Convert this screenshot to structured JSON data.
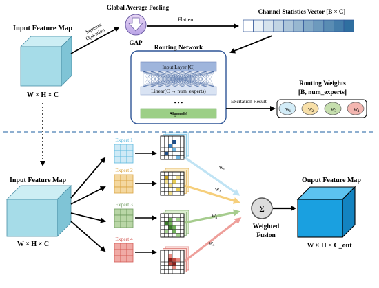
{
  "top": {
    "input_title": "Input Feature Map",
    "input_dims": "W × H × C",
    "squeeze_label_1": "Squeeze",
    "squeeze_label_2": "Operation",
    "gap_title": "Global Average Pooling",
    "gap_label": "GAP",
    "flatten_label": "Flatten",
    "csv_title": "Channel Statistics Vector [B × C]",
    "routing_title": "Routing Network",
    "input_layer": "Input Layer [C]",
    "linear_layer": "Linear(C → num_experts)",
    "ellipsis": "• • •",
    "sigmoid": "Sigmoid",
    "excitation": "Excitation Result",
    "weights_title_1": "Routing Weights",
    "weights_title_2": "[B, num_experts]",
    "weights": [
      {
        "base": "w",
        "sub": "1",
        "fill": "#d3ecf7"
      },
      {
        "base": "w",
        "sub": "2",
        "fill": "#f7dfa8"
      },
      {
        "base": "w",
        "sub": "3",
        "fill": "#c6dfae"
      },
      {
        "base": "w",
        "sub": "4",
        "fill": "#f3b6b0"
      }
    ]
  },
  "bottom": {
    "input_title": "Input Feature Map",
    "input_dims": "W × H × C",
    "experts": [
      {
        "label": "Expert 1",
        "color": "#5bb8de",
        "fill": "#cfeaf6"
      },
      {
        "label": "Expert 2",
        "color": "#d9a441",
        "fill": "#f4d8a0"
      },
      {
        "label": "Expert 3",
        "color": "#6f9a5e",
        "fill": "#b9d6a6"
      },
      {
        "label": "Expert 4",
        "color": "#d35a55",
        "fill": "#f0aaa5"
      }
    ],
    "weight_labels": [
      {
        "base": "w",
        "sub": "1"
      },
      {
        "base": "w",
        "sub": "2"
      },
      {
        "base": "w",
        "sub": "3"
      },
      {
        "base": "w",
        "sub": "4"
      }
    ],
    "sigma": "Σ",
    "weighted_1": "Weighted",
    "weighted_2": "Fusion",
    "output_title": "Ouput Feature Map",
    "output_dims": "W × H × C_out"
  },
  "colors": {
    "cube_front": "#a6dce8",
    "cube_top": "#cdeef4",
    "cube_side": "#7fc4d6",
    "output_front": "#1aa0e0",
    "routing_border": "#2f5597",
    "dashed_line": "#4a7fb5",
    "arrow_blue": "#bfe3f4",
    "arrow_orange": "#f6cf7c",
    "arrow_green": "#a6cc8e",
    "arrow_red": "#ee9f9a"
  }
}
